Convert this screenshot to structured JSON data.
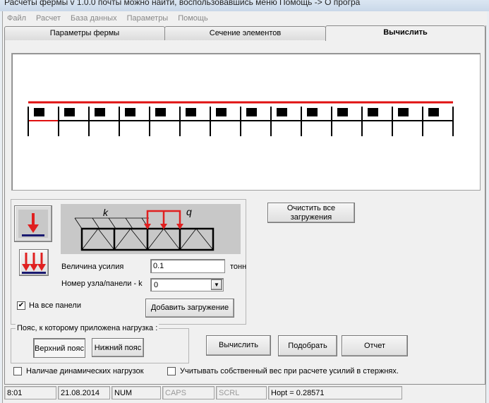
{
  "window": {
    "title": "Расчеты фермы v 1.0.0      почты можно найти, воспользовавшись меню Помощь -> О програ"
  },
  "menu": [
    "Файл",
    "Расчет",
    "База данных",
    "Параметры",
    "Помощь"
  ],
  "tabs": [
    {
      "label": "Параметры фермы"
    },
    {
      "label": "Сечение элементов"
    },
    {
      "label": "Вычислить",
      "active": true
    }
  ],
  "truss": {
    "panel_count": 14,
    "load_color": "#e01010"
  },
  "diagram": {
    "k_label": "k",
    "q_label": "q"
  },
  "form": {
    "force_label": "Величина усилия",
    "force_value": "0.1",
    "force_unit": "тонн",
    "node_label": "Номер узла/панели - k",
    "node_value": "0",
    "all_panels_label": "На все панели",
    "all_panels_checked": true,
    "add_load": "Добавить загружение",
    "clear_loads": "Очистить все загружения"
  },
  "chord_group": {
    "legend": "Пояс, к которому приложена нагрузка :",
    "top": "Верхний пояс",
    "bottom": "Нижний пояс",
    "selected": "top"
  },
  "actions": {
    "calculate": "Вычислить",
    "select": "Подобрать",
    "report": "Отчет"
  },
  "options": {
    "dynamic": "Наличае динамических нагрузок",
    "self_weight": "Учитывать собственный вес при расчете усилий в стержнях."
  },
  "status": [
    "8:01",
    "21.08.2014",
    "NUM",
    "CAPS",
    "SCRL",
    "Hopt = 0.28571"
  ]
}
